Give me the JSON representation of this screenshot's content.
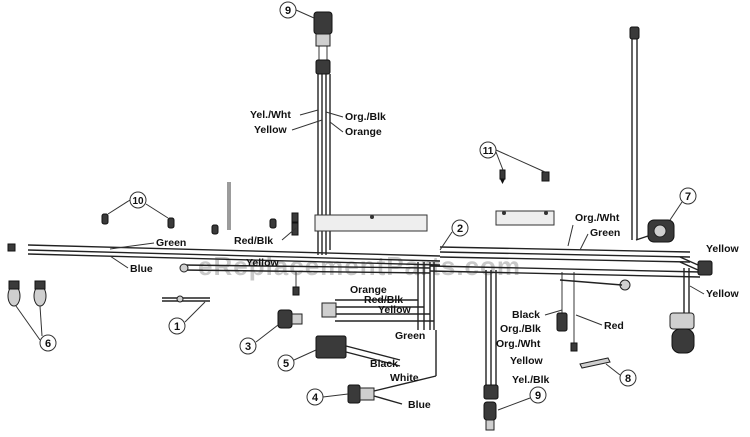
{
  "watermark": "eReplacementParts.com",
  "wire_labels": {
    "top_left_1": "Yel./Wht",
    "top_left_2": "Yellow",
    "top_right_1": "Org./Blk",
    "top_right_2": "Orange",
    "green_left": "Green",
    "blue_left": "Blue",
    "red_blk": "Red/Blk",
    "yellow_mid": "Yellow",
    "org_wht_right": "Org./Wht",
    "green_right": "Green",
    "yellow_right_1": "Yellow",
    "yellow_right_2": "Yellow",
    "orange_bundle": "Orange",
    "red_blk_bundle": "Red/Blk",
    "yellow_bundle": "Yellow",
    "green_bundle": "Green",
    "black_low": "Black",
    "white_low": "White",
    "blue_low": "Blue",
    "black_right": "Black",
    "red_right": "Red",
    "org_blk_low": "Org./Blk",
    "org_wht_low": "Org./Wht",
    "yellow_low": "Yellow",
    "yel_blk_low": "Yel./Blk"
  },
  "callouts": {
    "c1": "1",
    "c2": "2",
    "c3": "3",
    "c4": "4",
    "c5": "5",
    "c6": "6",
    "c7": "7",
    "c8": "8",
    "c9_top": "9",
    "c9_bottom": "9",
    "c10": "10",
    "c11": "11"
  }
}
